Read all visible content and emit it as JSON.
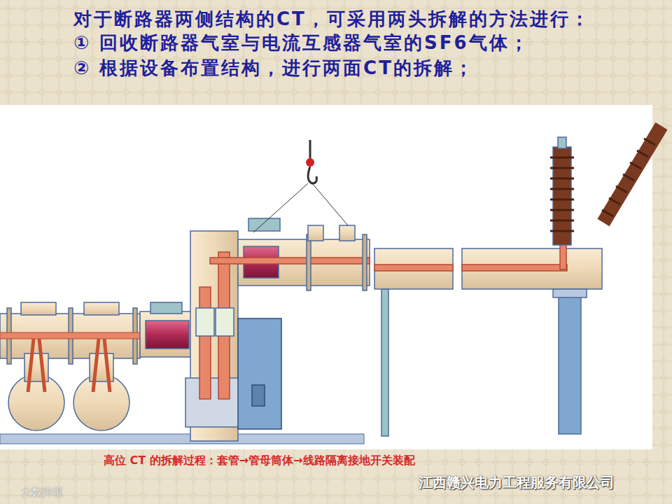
{
  "diagram": {
    "title": "对于断路器两侧结构的CT，可采用两头拆解的方法进行：",
    "caption": "高位 CT 的拆解过程：套管→管母筒体→线路隔离接地开关装配",
    "labels": [
      "①  回收断路器气室与电流互感器气室的SF6气体；",
      "② 根据设备布置结构，进行两面CT的拆解；",
      "江西赣兴电力工程服务有限公司",
      "大数跨境"
    ]
  }
}
